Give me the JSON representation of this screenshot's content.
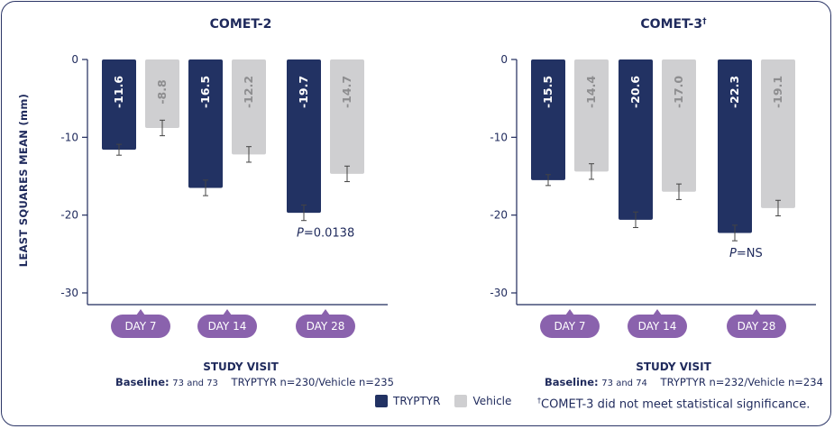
{
  "colors": {
    "tryptyr": "#223263",
    "vehicle": "#cfcfd1",
    "pill": "#8a62ad",
    "axis": "#1f2a5c"
  },
  "ylabel": "LEAST SQUARES MEAN (mm)",
  "xlabel": "STUDY VISIT",
  "legend": {
    "tryptyr": "TRYPTYR",
    "vehicle": "Vehicle"
  },
  "footnote": {
    "mark": "†",
    "text": "COMET-3 did not meet statistical significance."
  },
  "chart_data": [
    {
      "type": "bar",
      "title": "COMET-2",
      "title_mark": "",
      "categories": [
        "DAY 7",
        "DAY 14",
        "DAY 28"
      ],
      "ylim": [
        -30,
        0
      ],
      "yticks": [
        0,
        -10,
        -20,
        -30
      ],
      "series": [
        {
          "name": "TRYPTYR",
          "values": [
            -11.6,
            -16.5,
            -19.7
          ],
          "errors": [
            0.7,
            1.0,
            1.0
          ]
        },
        {
          "name": "Vehicle",
          "values": [
            -8.8,
            -12.2,
            -14.7
          ],
          "errors": [
            1.0,
            1.0,
            1.0
          ]
        }
      ],
      "value_labels": {
        "TRYPTYR": [
          "-11.6",
          "-16.5",
          "-19.7"
        ],
        "Vehicle": [
          "-8.8",
          "-12.2",
          "-14.7"
        ]
      },
      "annotation": {
        "p_letter": "P",
        "p_rest": "=0.0138",
        "category": "DAY 28"
      },
      "baseline": {
        "label": "Baseline:",
        "values": "73 and 73",
        "n": "TRYPTYR n=230/Vehicle n=235"
      }
    },
    {
      "type": "bar",
      "title": "COMET-3",
      "title_mark": "†",
      "categories": [
        "DAY 7",
        "DAY 14",
        "DAY 28"
      ],
      "ylim": [
        -30,
        0
      ],
      "yticks": [
        0,
        -10,
        -20,
        -30
      ],
      "series": [
        {
          "name": "TRYPTYR",
          "values": [
            -15.5,
            -20.6,
            -22.3
          ],
          "errors": [
            0.7,
            1.0,
            1.0
          ]
        },
        {
          "name": "Vehicle",
          "values": [
            -14.4,
            -17.0,
            -19.1
          ],
          "errors": [
            1.0,
            1.0,
            1.0
          ]
        }
      ],
      "value_labels": {
        "TRYPTYR": [
          "-15.5",
          "-20.6",
          "-22.3"
        ],
        "Vehicle": [
          "-14.4",
          "-17.0",
          "-19.1"
        ]
      },
      "annotation": {
        "p_letter": "P",
        "p_rest": "=NS",
        "category": "DAY 28"
      },
      "baseline": {
        "label": "Baseline:",
        "values": "73 and 74",
        "n": "TRYPTYR n=232/Vehicle n=234"
      }
    }
  ]
}
